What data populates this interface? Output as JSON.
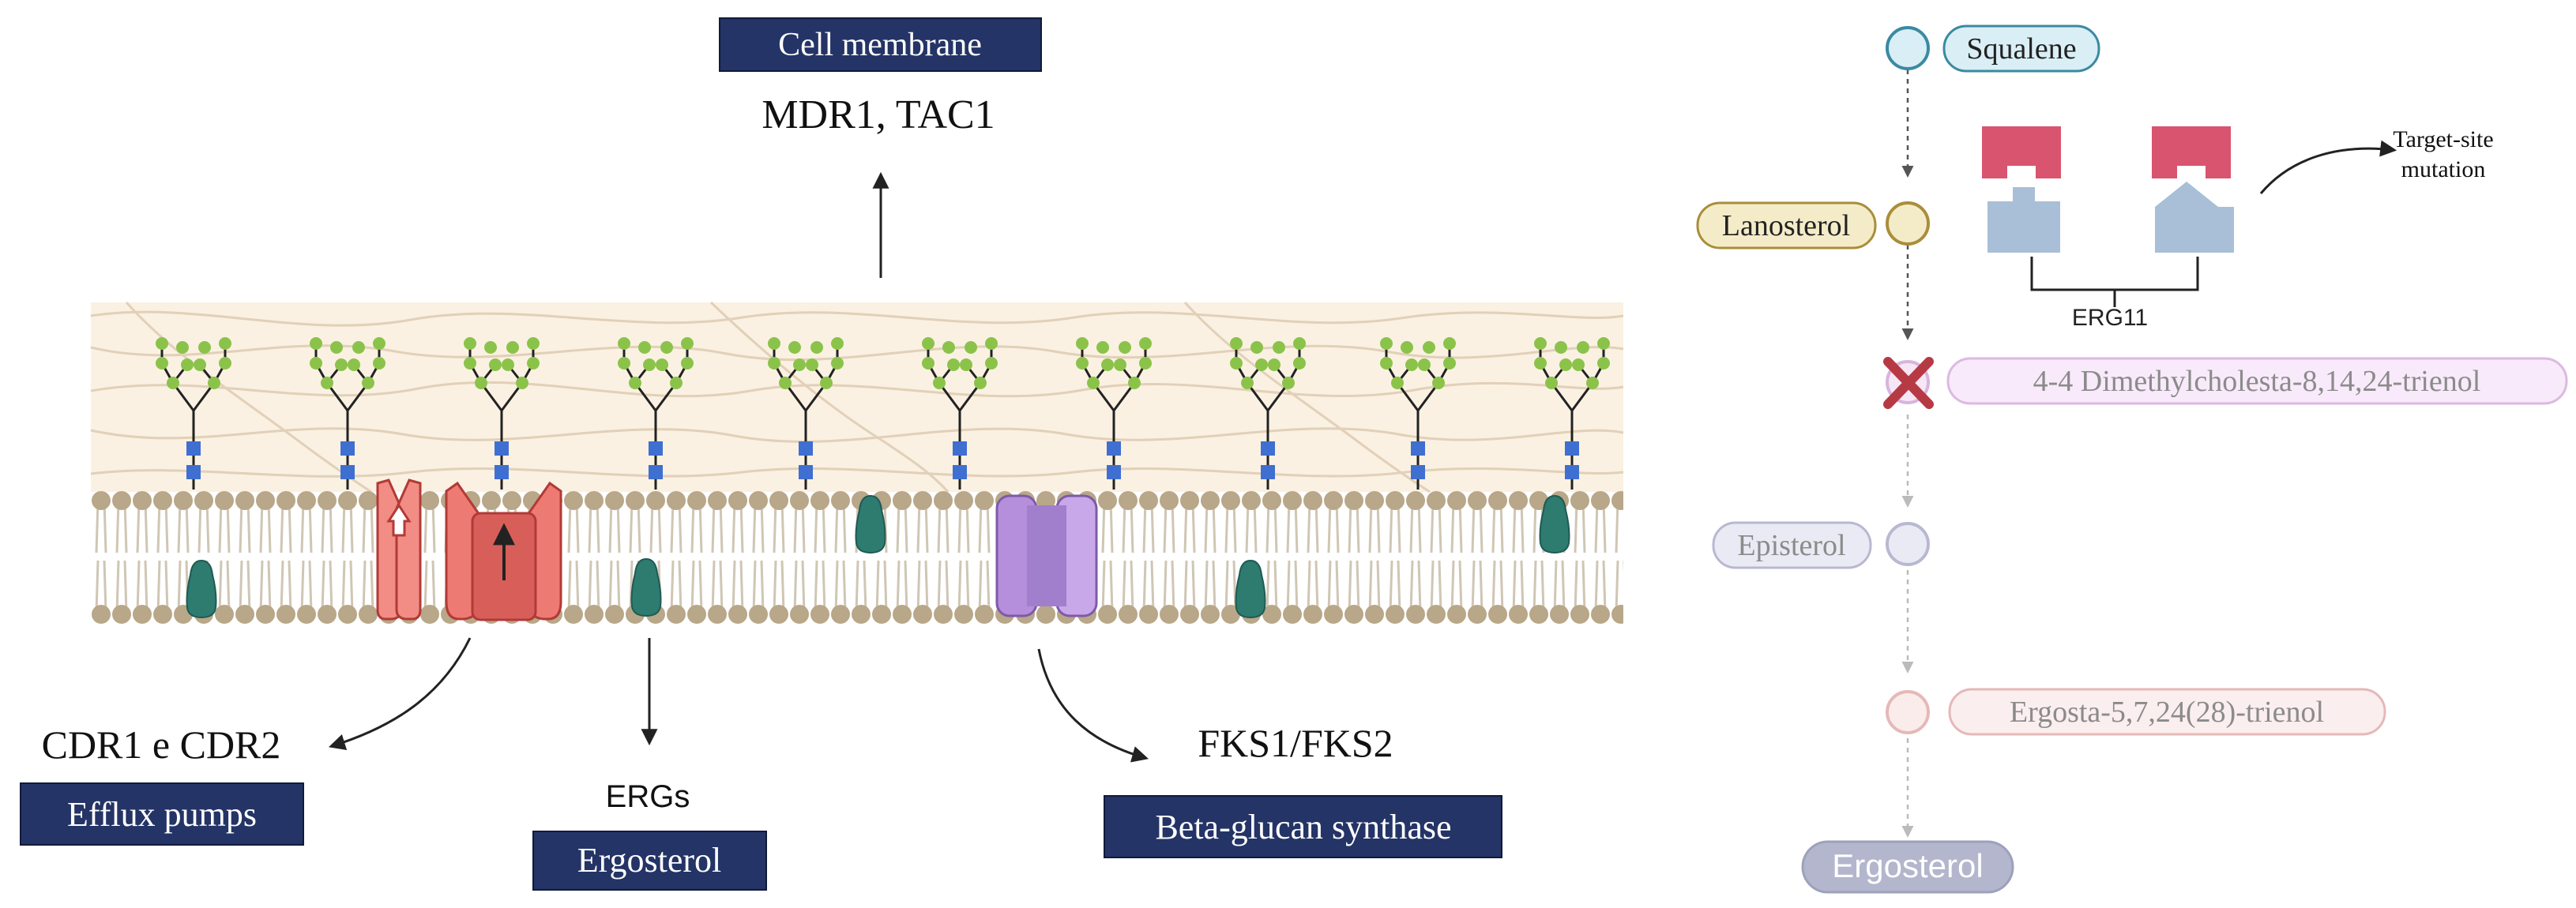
{
  "membrane": {
    "title_box": "Cell membrane",
    "top_genes": "MDR1, TAC1",
    "efflux_genes": "CDR1 e CDR2",
    "efflux_box": "Efflux pumps",
    "ergosterol_genes": "ERGs",
    "ergosterol_box": "Ergosterol",
    "glucan_genes": "FKS1/FKS2",
    "glucan_box": "Beta-glucan synthase"
  },
  "pathway": {
    "steps": [
      {
        "label": "Squalene",
        "state": "active"
      },
      {
        "label": "Lanosterol",
        "state": "active"
      },
      {
        "label": "4-4 Dimethylcholesta-8,14,24-trienol",
        "state": "blocked"
      },
      {
        "label": "Episterol",
        "state": "faded"
      },
      {
        "label": "Ergosta-5,7,24(28)-trienol",
        "state": "faded"
      },
      {
        "label": "Ergosterol",
        "state": "faded"
      }
    ],
    "enzyme_label": "ERG11",
    "mutation_label_line1": "Target-site",
    "mutation_label_line2": "mutation"
  },
  "colors": {
    "label_box": "#243466",
    "cell_wall": "#faf1e2",
    "lipid_head": "#b8a788",
    "pump_red": "#ee7a74",
    "glucan_synthase": "#b58fdb",
    "ergosterol_marker": "#2e7b70",
    "enzyme_top": "#d9546e",
    "enzyme_bottom": "#a9bfd8"
  }
}
